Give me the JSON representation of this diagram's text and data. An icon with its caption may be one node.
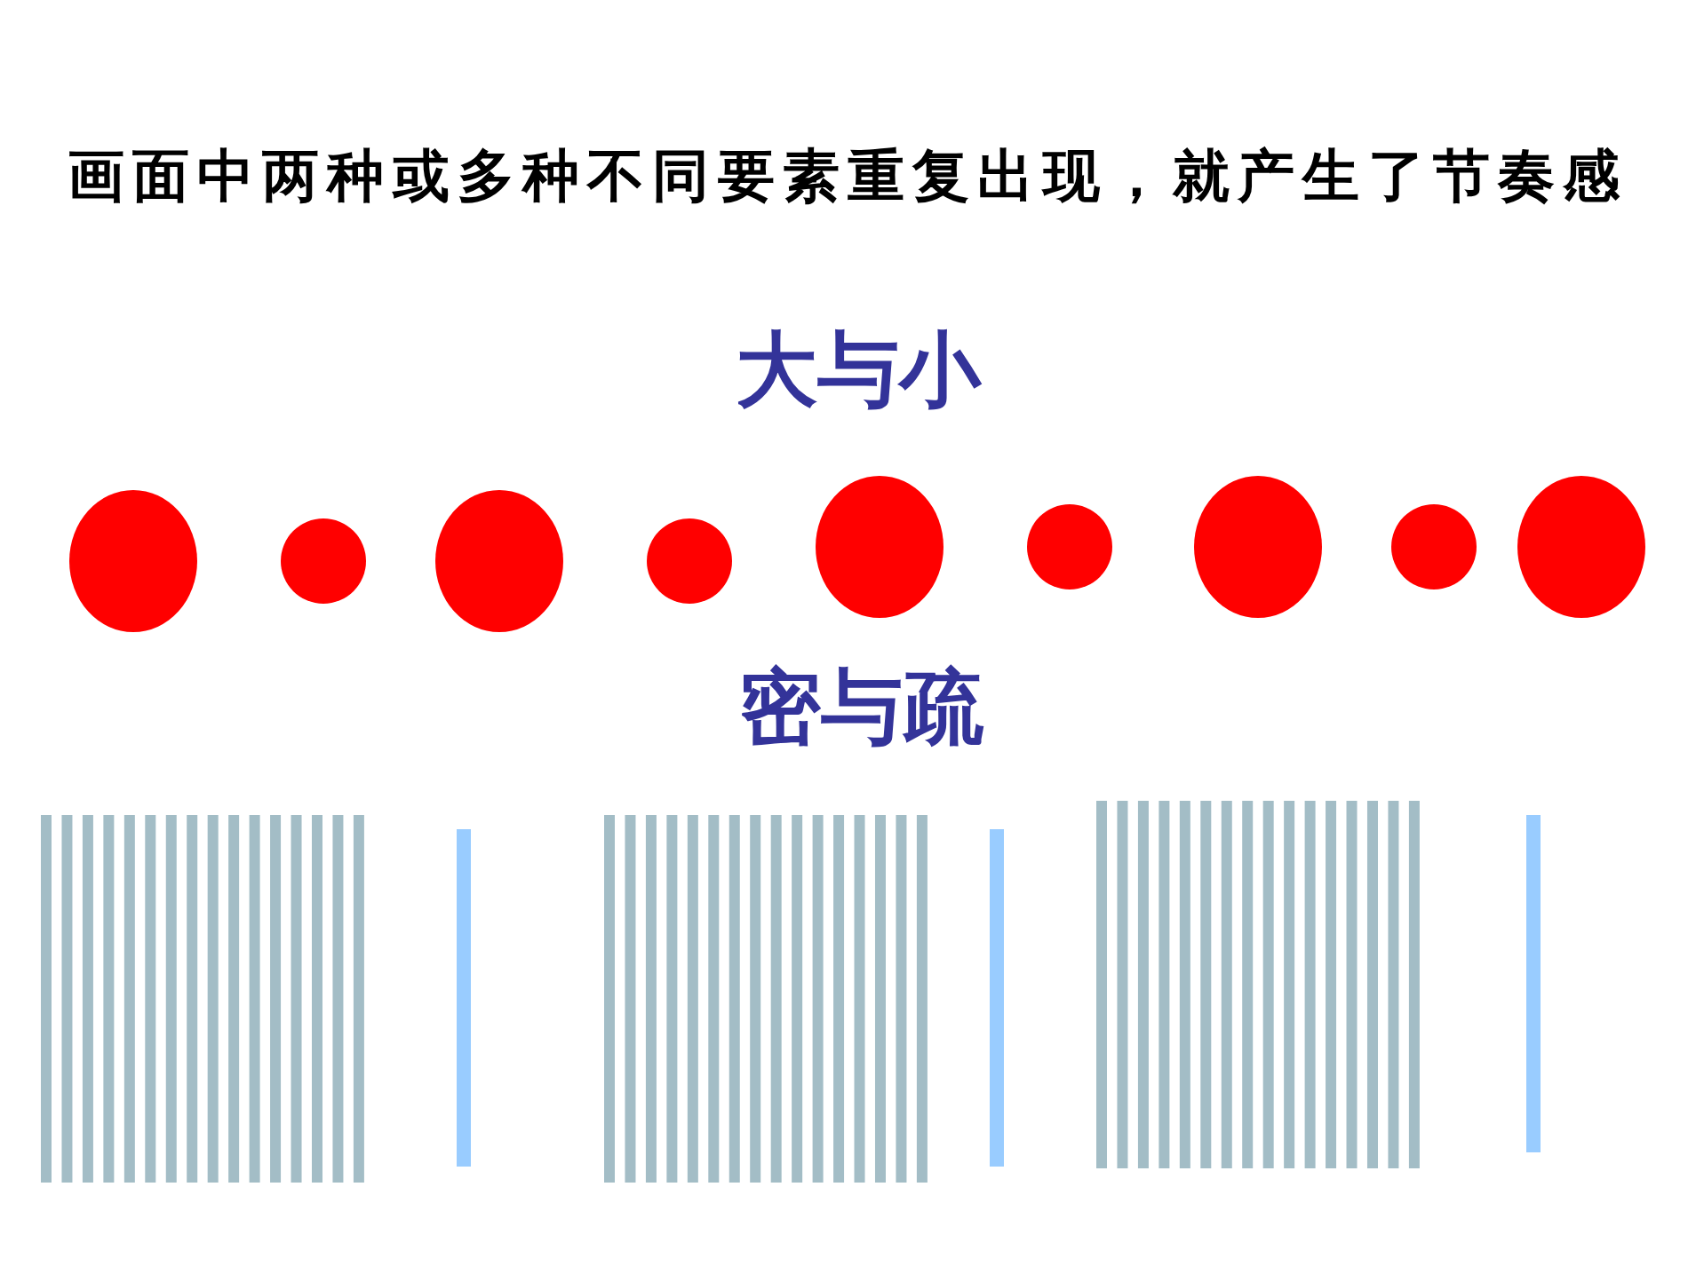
{
  "diagram": {
    "title": "画面中两种或多种不同要素重复出现，就产生了节奏感",
    "labels": [
      "大与小",
      "密与疏"
    ]
  }
}
